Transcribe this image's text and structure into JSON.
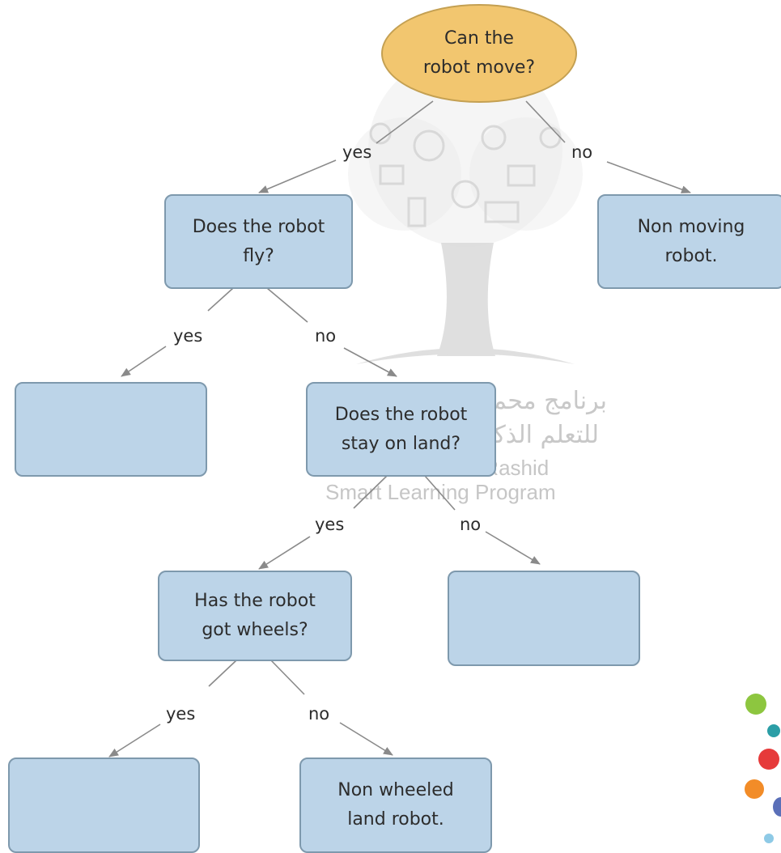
{
  "nodes": {
    "root": "Can the\nrobot move?",
    "fly": "Does the robot\nfly?",
    "non_moving": "Non moving\nrobot.",
    "flying_blank": "",
    "land": "Does the robot\nstay on land?",
    "wheels": "Has the robot\ngot wheels?",
    "not_land_blank": "",
    "wheeled_blank": "",
    "non_wheeled": "Non wheeled\nland robot."
  },
  "edges": {
    "root_yes": "yes",
    "root_no": "no",
    "fly_yes": "yes",
    "fly_no": "no",
    "land_yes": "yes",
    "land_no": "no",
    "wheels_yes": "yes",
    "wheels_no": "no"
  },
  "watermark": {
    "arabic_line1": "برنامج محمد بن راشد",
    "arabic_line2": "للتعلم الذكي",
    "english_line1": "Mohammed Bin Rashid",
    "english_line2": "Smart Learning Program"
  },
  "colors": {
    "root_fill": "#f2c66f",
    "node_fill": "#bcd4e8",
    "node_border": "#7e99ad",
    "arrow": "#8a8a8a",
    "watermark": "#c8c8c8"
  },
  "decor_dots": [
    "#8dc63f",
    "#2b9ea6",
    "#e63a3a",
    "#f28c28",
    "#5a6fb8",
    "#8ecae6"
  ]
}
